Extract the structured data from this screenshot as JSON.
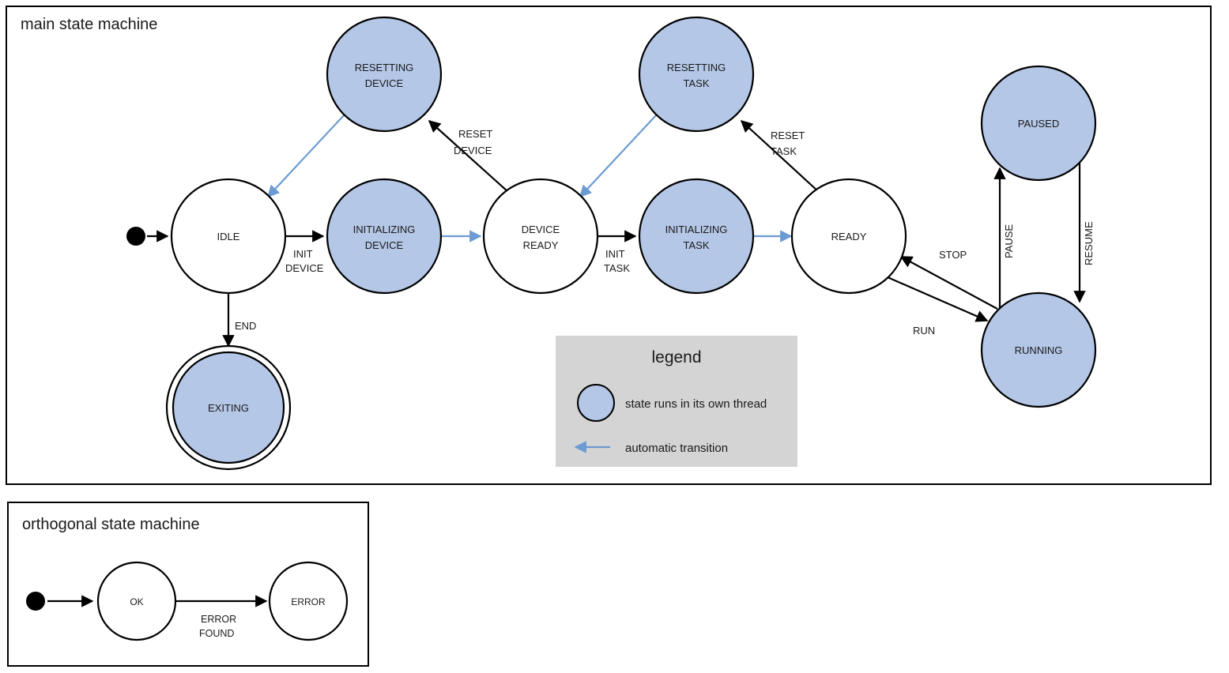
{
  "diagram": {
    "type": "state-machine",
    "frames": [
      {
        "id": "main",
        "title": "main state machine"
      },
      {
        "id": "orthogonal",
        "title": "orthogonal state machine"
      }
    ],
    "legend": {
      "title": "legend",
      "items": [
        {
          "icon": "blue-circle",
          "text": "state runs in its own thread"
        },
        {
          "icon": "blue-arrow",
          "text": "automatic transition"
        }
      ]
    },
    "colors": {
      "threaded_state_fill": "#b4c7e7",
      "state_fill": "#ffffff",
      "stroke": "#000000",
      "auto_transition": "#6b9bd2",
      "legend_background": "#d4d4d4",
      "frame_border": "#000000"
    },
    "main_states": [
      {
        "id": "idle",
        "label": "IDLE",
        "threaded": false,
        "final": false
      },
      {
        "id": "resetting_device",
        "label": "RESETTING\nDEVICE",
        "threaded": true,
        "final": false
      },
      {
        "id": "initializing_device",
        "label": "INITIALIZING\nDEVICE",
        "threaded": true,
        "final": false
      },
      {
        "id": "device_ready",
        "label": "DEVICE\nREADY",
        "threaded": false,
        "final": false
      },
      {
        "id": "resetting_task",
        "label": "RESETTING\nTASK",
        "threaded": true,
        "final": false
      },
      {
        "id": "initializing_task",
        "label": "INITIALIZING\nTASK",
        "threaded": true,
        "final": false
      },
      {
        "id": "ready",
        "label": "READY",
        "threaded": false,
        "final": false
      },
      {
        "id": "paused",
        "label": "PAUSED",
        "threaded": true,
        "final": false
      },
      {
        "id": "running",
        "label": "RUNNING",
        "threaded": true,
        "final": false
      },
      {
        "id": "exiting",
        "label": "EXITING",
        "threaded": true,
        "final": true
      }
    ],
    "main_transitions": [
      {
        "from": "start",
        "to": "idle",
        "label": "",
        "automatic": false
      },
      {
        "from": "idle",
        "to": "initializing_device",
        "label": "INIT\nDEVICE",
        "automatic": false
      },
      {
        "from": "idle",
        "to": "exiting",
        "label": "END",
        "automatic": false
      },
      {
        "from": "resetting_device",
        "to": "idle",
        "label": "",
        "automatic": true
      },
      {
        "from": "initializing_device",
        "to": "device_ready",
        "label": "",
        "automatic": true
      },
      {
        "from": "device_ready",
        "to": "resetting_device",
        "label": "RESET\nDEVICE",
        "automatic": false
      },
      {
        "from": "device_ready",
        "to": "initializing_task",
        "label": "INIT\nTASK",
        "automatic": false
      },
      {
        "from": "resetting_task",
        "to": "device_ready",
        "label": "",
        "automatic": true
      },
      {
        "from": "initializing_task",
        "to": "ready",
        "label": "",
        "automatic": true
      },
      {
        "from": "ready",
        "to": "resetting_task",
        "label": "RESET\nTASK",
        "automatic": false
      },
      {
        "from": "ready",
        "to": "running",
        "label": "RUN",
        "automatic": false
      },
      {
        "from": "running",
        "to": "ready",
        "label": "STOP",
        "automatic": false
      },
      {
        "from": "running",
        "to": "paused",
        "label": "PAUSE",
        "automatic": false
      },
      {
        "from": "paused",
        "to": "running",
        "label": "RESUME",
        "automatic": false
      }
    ],
    "orthogonal_states": [
      {
        "id": "ok",
        "label": "OK"
      },
      {
        "id": "error",
        "label": "ERROR"
      }
    ],
    "orthogonal_transitions": [
      {
        "from": "start",
        "to": "ok",
        "label": ""
      },
      {
        "from": "ok",
        "to": "error",
        "label": "ERROR\nFOUND"
      }
    ],
    "labels": {
      "idle": "IDLE",
      "resetting_device_l1": "RESETTING",
      "resetting_device_l2": "DEVICE",
      "initializing_device_l1": "INITIALIZING",
      "initializing_device_l2": "DEVICE",
      "device_ready_l1": "DEVICE",
      "device_ready_l2": "READY",
      "resetting_task_l1": "RESETTING",
      "resetting_task_l2": "TASK",
      "initializing_task_l1": "INITIALIZING",
      "initializing_task_l2": "TASK",
      "ready": "READY",
      "paused": "PAUSED",
      "running": "RUNNING",
      "exiting": "EXITING",
      "t_init_device_l1": "INIT",
      "t_init_device_l2": "DEVICE",
      "t_end": "END",
      "t_reset_device_l1": "RESET",
      "t_reset_device_l2": "DEVICE",
      "t_init_task_l1": "INIT",
      "t_init_task_l2": "TASK",
      "t_reset_task_l1": "RESET",
      "t_reset_task_l2": "TASK",
      "t_run": "RUN",
      "t_stop": "STOP",
      "t_pause": "PAUSE",
      "t_resume": "RESUME",
      "ok": "OK",
      "error": "ERROR",
      "t_error_found_l1": "ERROR",
      "t_error_found_l2": "FOUND"
    }
  }
}
